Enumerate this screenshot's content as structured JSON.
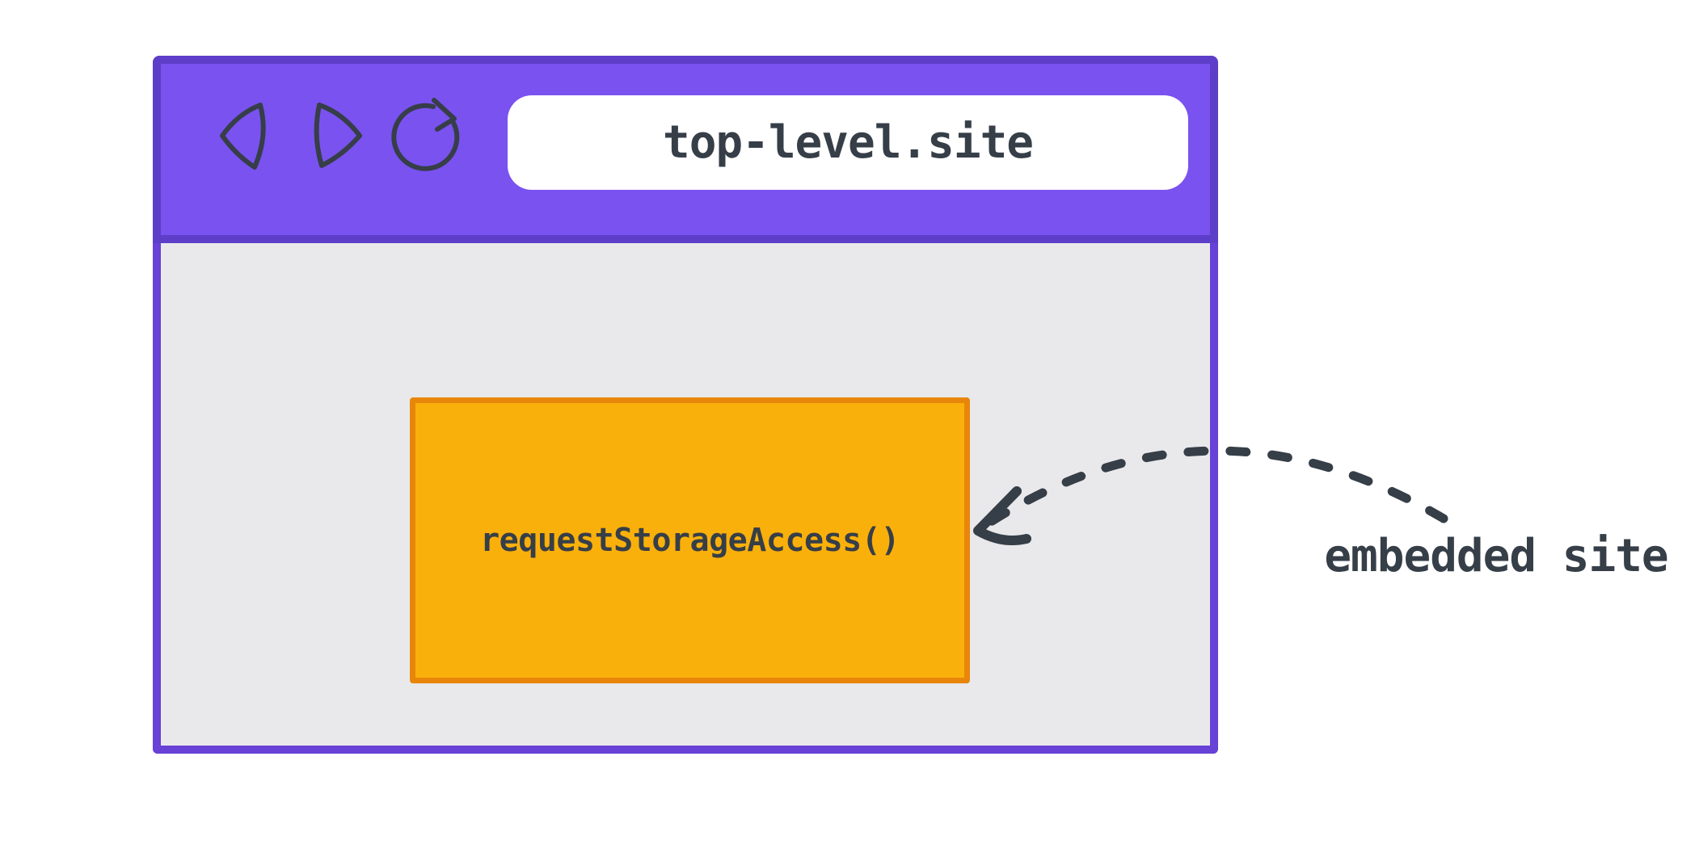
{
  "browser_window": {
    "toolbar": {
      "back_icon": "back-icon",
      "forward_icon": "forward-icon",
      "refresh_icon": "refresh-icon",
      "url_bar": {
        "value": "top-level.site"
      }
    },
    "content": {
      "embedded_frame": {
        "label": "requestStorageAccess()"
      }
    }
  },
  "annotation": {
    "label": "embedded site",
    "arrow_icon": "dashed-curved-arrow"
  },
  "colors": {
    "toolbar_purple": "#7A52F0",
    "toolbar_border": "#5D3EC8",
    "content_border": "#6841D6",
    "content_gray": "#E9E9EB",
    "url_bar_bg": "#FFFFFF",
    "box_orange": "#FAB00A",
    "box_border": "#E8860C",
    "ink": "#363E48",
    "page_bg": "#FFFFFF"
  }
}
